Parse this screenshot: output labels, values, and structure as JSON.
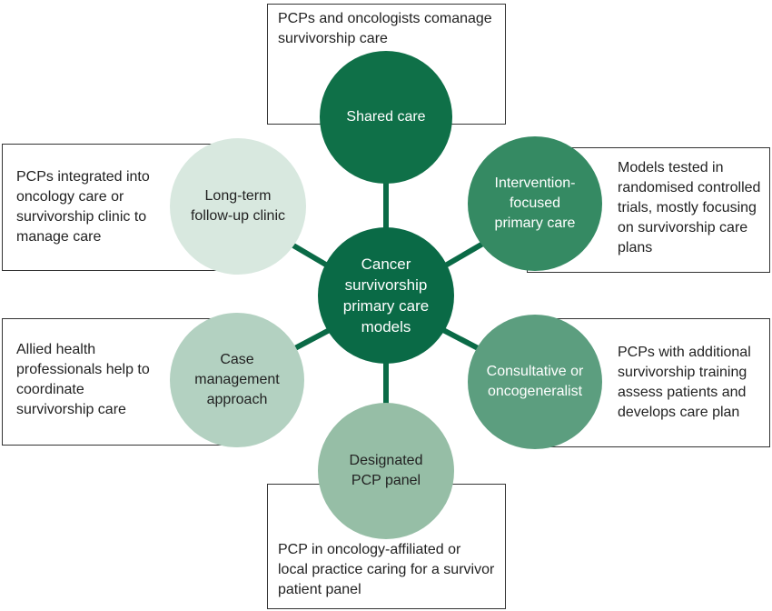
{
  "center": {
    "label": "Cancer\nsurvivorship\nprimary care\nmodels",
    "color": "#0a6a46",
    "text_color": "#ffffff"
  },
  "models": [
    {
      "id": "shared-care",
      "label": "Shared care",
      "description": "PCPs  and oncologists comanage\nsurvivorship care",
      "color": "#0f7048",
      "text_color": "#ffffff"
    },
    {
      "id": "intervention-focused",
      "label": "Intervention-\nfocused\nprimary care",
      "description": "Models tested in\nrandomised controlled\ntrials, mostly focusing\non survivorship care\nplans",
      "color": "#358a63",
      "text_color": "#ffffff"
    },
    {
      "id": "consultative",
      "label": "Consultative or\noncogeneralist",
      "description": "PCPs with additional\nsurvivorship training\nassess patients and\ndevelops care plan",
      "color": "#5c9e7f",
      "text_color": "#ffffff"
    },
    {
      "id": "designated-pcp-panel",
      "label": "Designated\nPCP panel",
      "description": "PCP in oncology-affiliated or\nlocal practice caring for a survivor\npatient panel",
      "color": "#96bea6",
      "text_color": "#222222"
    },
    {
      "id": "case-management",
      "label": "Case\nmanagement\napproach",
      "description": "Allied health\nprofessionals help to\ncoordinate\nsurvivorship care",
      "color": "#b3d1c1",
      "text_color": "#222222"
    },
    {
      "id": "long-term-follow-up",
      "label": "Long-term\nfollow-up clinic",
      "description": "PCPs integrated into\noncology care or\nsurvivorship clinic to\nmanage care",
      "color": "#d8e8df",
      "text_color": "#222222"
    }
  ],
  "connector_color": "#0a6a46"
}
